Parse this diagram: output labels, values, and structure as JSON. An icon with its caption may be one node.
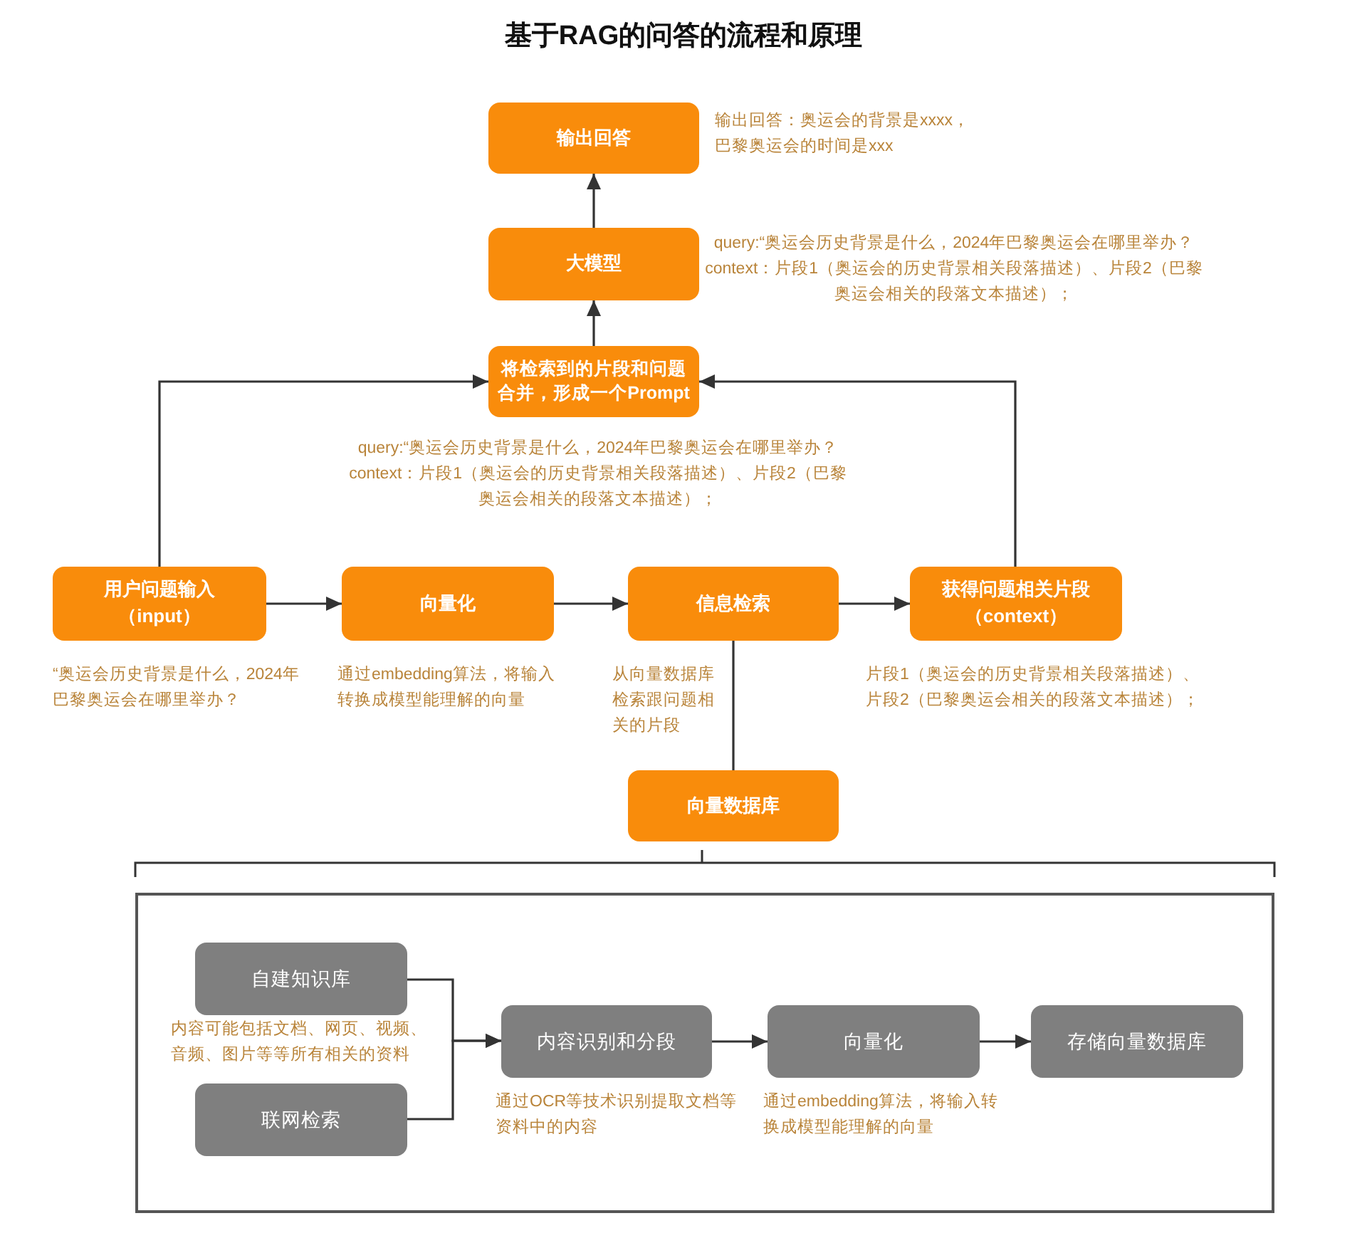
{
  "diagram": {
    "title": "基于RAG的问答的流程和原理",
    "nodes": [
      {
        "text": [
          "输出回答"
        ],
        "beside": [
          "输出回答：奥运会的背景是xxxx，巴黎奥运会的时间是xxx"
        ]
      },
      {
        "text": [
          "大模型"
        ],
        "beside": [
          "query:“奥运会历史背景是什么，2024年巴黎奥运会在哪里举办？",
          "context：片段1（奥运会的历史背景相关段落描述）、片段2（巴黎奥运会相关的段落文本描述）；"
        ]
      },
      {
        "text": [
          "将检索到的片段和问题合并，形成一个Prompt"
        ],
        "beside": [
          "query:“奥运会历史背景是什么，2024年巴黎奥运会在哪里举办？",
          "context：片段1（奥运会的历史背景相关段落描述）、片段2（巴黎奥运会相关的段落文本描述）；"
        ]
      },
      {
        "text": [
          "用户问题输入（input）"
        ],
        "beside": [
          "“奥运会历史背景是什么，2024年巴黎奥运会在哪里举办？"
        ]
      },
      {
        "text": [
          "向量化"
        ],
        "beside": [
          "通过embedding算法，将输入转换成模型能理解的向量"
        ]
      },
      {
        "text": [
          "信息检索"
        ],
        "beside": [
          "从向量数据库检索跟问题相关的片段"
        ]
      },
      {
        "text": [
          "获得问题相关片段（context）"
        ],
        "beside": [
          "片段1（奥运会的历史背景相关段落描述）、",
          "片段2（巴黎奥运会相关的段落文本描述）；"
        ]
      },
      {
        "text": [
          "向量数据库"
        ]
      },
      {
        "text": [],
        "shape": "box"
      },
      {
        "text": [
          "自建知识库"
        ],
        "in": 8,
        "beside": [
          "内容可能包括文档、网页、视频、音频、图片等等所有相关的资料"
        ]
      },
      {
        "text": [
          "联网检索"
        ],
        "in": 8
      },
      {
        "text": [
          "内容识别和分段"
        ],
        "in": 8,
        "beside": [
          "通过OCR等技术识别提取文档等资料中的内容"
        ]
      },
      {
        "text": [
          "向量化"
        ],
        "in": 8,
        "beside": [
          "通过embedding算法，将输入转换成模型能理解的向量"
        ]
      },
      {
        "text": [
          "存储向量数据库"
        ],
        "in": 8
      }
    ],
    "edges": [
      {
        "from": 1,
        "to": 0,
        "arrow": "to"
      },
      {
        "from": 2,
        "to": 1,
        "arrow": "to"
      },
      {
        "from": 3,
        "to": 2,
        "arrow": "to"
      },
      {
        "from": 6,
        "to": 2,
        "arrow": "to"
      },
      {
        "from": 3,
        "to": 4,
        "arrow": "to"
      },
      {
        "from": 4,
        "to": 5,
        "arrow": "to"
      },
      {
        "from": 5,
        "to": 6,
        "arrow": "to"
      },
      {
        "from": 5,
        "to": 7,
        "arrow": "none"
      },
      {
        "from": 9,
        "to": 11,
        "arrow": "to"
      },
      {
        "from": 10,
        "to": 11,
        "arrow": "to"
      },
      {
        "from": 11,
        "to": 12,
        "arrow": "to"
      },
      {
        "from": 12,
        "to": 13,
        "arrow": "to"
      }
    ]
  }
}
